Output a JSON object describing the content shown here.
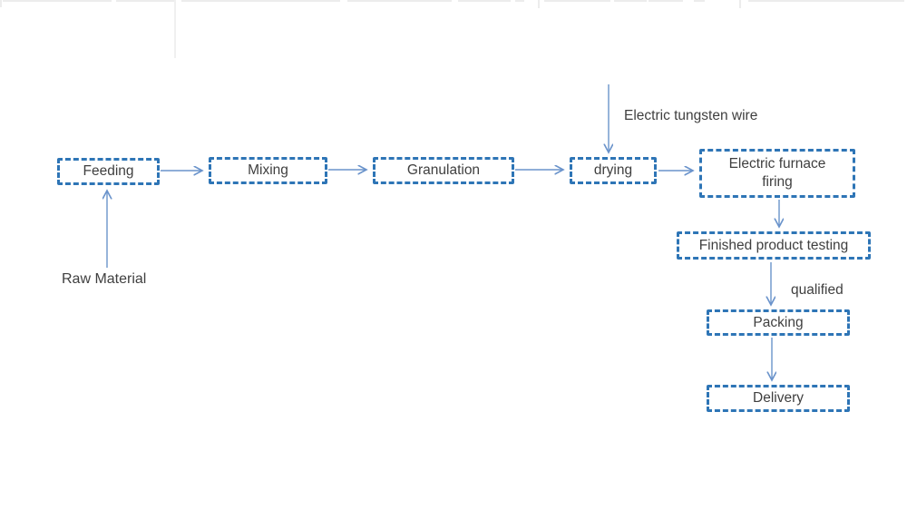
{
  "diagram": {
    "type": "flowchart",
    "background": "#ffffff",
    "colors": {
      "node_border": "#2E75B6",
      "arrow": "#6A93CB",
      "text": "#3F3F3F"
    },
    "nodes": {
      "feeding": "Feeding",
      "mixing": "Mixing",
      "granulation": "Granulation",
      "drying": "drying",
      "furnace": "Electric furnace firing",
      "testing": "Finished product testing",
      "packing": "Packing",
      "delivery": "Delivery"
    },
    "labels": {
      "raw_material": "Raw Material",
      "tungsten_wire": "Electric tungsten wire",
      "qualified": "qualified"
    },
    "edges": [
      {
        "from": "Raw Material",
        "to": "Feeding"
      },
      {
        "from": "Feeding",
        "to": "Mixing"
      },
      {
        "from": "Mixing",
        "to": "Granulation"
      },
      {
        "from": "Granulation",
        "to": "drying"
      },
      {
        "from": "Electric tungsten wire",
        "to": "drying"
      },
      {
        "from": "drying",
        "to": "Electric furnace firing"
      },
      {
        "from": "Electric furnace firing",
        "to": "Finished product testing"
      },
      {
        "from": "Finished product testing",
        "to": "Packing",
        "label": "qualified"
      },
      {
        "from": "Packing",
        "to": "Delivery"
      }
    ]
  }
}
